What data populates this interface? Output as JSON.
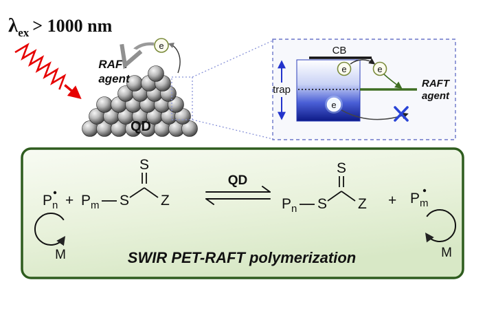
{
  "figure": {
    "excitation": {
      "lambda": "λ",
      "subscript": "ex",
      "condition": "> 1000 nm"
    },
    "qd": {
      "label": "QD"
    },
    "raft_agent": {
      "line1": "RAFT",
      "line2": "agent"
    },
    "electron_label": "e",
    "inset": {
      "cb_label": "CB",
      "trap_label": "trap",
      "raft_agent": {
        "line1": "RAFT",
        "line2": "agent"
      }
    },
    "scheme": {
      "p_base": "P",
      "n_sub": "n",
      "m_sub": "m",
      "plus": "+",
      "sulfur": "S",
      "z_group": "Z",
      "catalyst": "QD",
      "monomer": "M",
      "caption": "SWIR PET-RAFT polymerization"
    },
    "colors": {
      "excitation_red": "#b00000",
      "laser_red": "#e60000",
      "raft_green": "#4a7c2f",
      "trap_blue": "#2233cc",
      "caption_red": "#b51120",
      "panel_border_green": "#2e5c1e",
      "inset_border_blue": "#6a74c9",
      "band_blue_deep": "#0d1a86"
    }
  }
}
